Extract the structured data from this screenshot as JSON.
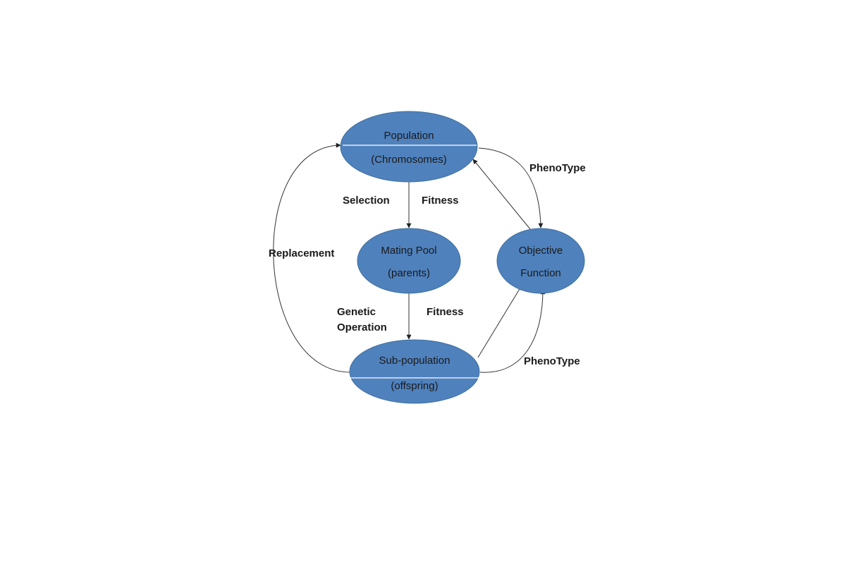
{
  "nodes": {
    "population": {
      "line1": "Population",
      "line2": "(Chromosomes)"
    },
    "mating_pool": {
      "line1": "Mating Pool",
      "line2": "(parents)"
    },
    "sub_population": {
      "line1": "Sub-population",
      "line2": "(offspring)"
    },
    "objective_function": {
      "line1": "Objective",
      "line2": "Function"
    }
  },
  "edge_labels": {
    "selection": "Selection",
    "fitness_top": "Fitness",
    "genetic_operation_1": "Genetic",
    "genetic_operation_2": "Operation",
    "fitness_bottom": "Fitness",
    "replacement": "Replacement",
    "phenotype_top": "PhenoType",
    "phenotype_bottom": "PhenoType"
  },
  "colors": {
    "node_fill": "#4f81bd",
    "edge": "#333333",
    "background": "#ffffff"
  }
}
